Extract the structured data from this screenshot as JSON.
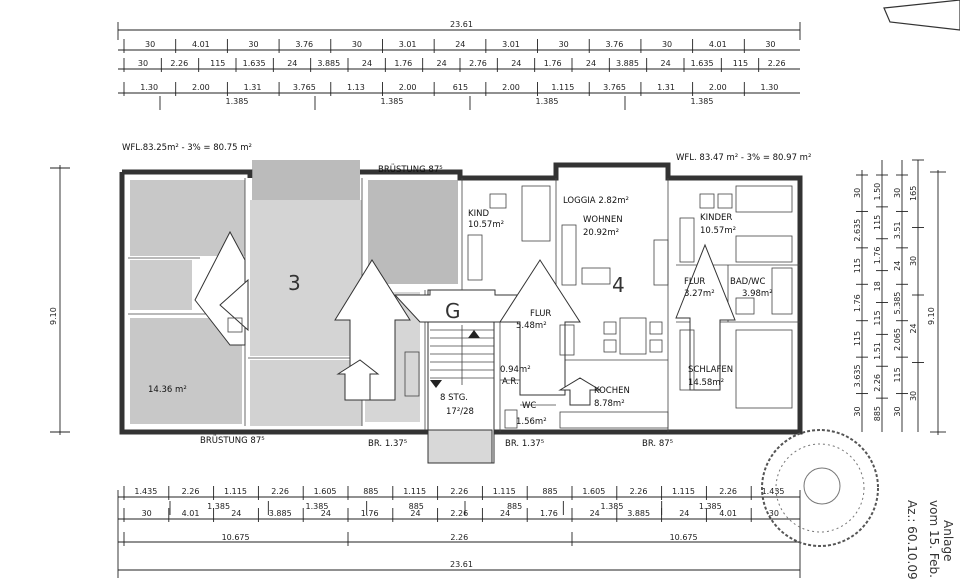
{
  "dims": {
    "top_total": "23.61",
    "top_row1": [
      "30",
      "4.01",
      "30",
      "3.76",
      "30",
      "3.01",
      "24",
      "3.01",
      "30",
      "3.76",
      "30",
      "4.01",
      "30"
    ],
    "top_row2": [
      "30",
      "2.26",
      "115",
      "1.635",
      "24",
      "3.885",
      "24",
      "1.76",
      "24",
      "2.76",
      "24",
      "1.76",
      "24",
      "3.885",
      "24",
      "1.635",
      "115",
      "2.26"
    ],
    "top_row3": [
      "1.30",
      "2.00",
      "1.31",
      "3.765",
      "1.13",
      "2.00",
      "615",
      "2.00",
      "1.115",
      "3.765",
      "1.31",
      "2.00",
      "1.30"
    ],
    "top_row3b": [
      "1.385",
      "1.385",
      "1.385",
      "1.385"
    ],
    "bottom_row1": [
      "1.435",
      "2.26",
      "1.115",
      "2.26",
      "1.605",
      "885",
      "1.115",
      "2.26",
      "1.115",
      "885",
      "1.605",
      "2.26",
      "1.115",
      "2.26",
      "1.435"
    ],
    "bottom_row1b": [
      "1.385",
      "1.385",
      "885",
      "885",
      "1.385",
      "1.385"
    ],
    "bottom_row2": [
      "30",
      "4.01",
      "24",
      "3.885",
      "24",
      "1.76",
      "24",
      "2.26",
      "24",
      "1.76",
      "24",
      "3.885",
      "24",
      "4.01",
      "30"
    ],
    "bottom_row3": [
      "10.675",
      "2.26",
      "10.675"
    ],
    "bottom_total": "23.61",
    "left_total": "9.10",
    "right_total": "9.10",
    "right_col1": [
      "30",
      "2.635",
      "115",
      "1.76",
      "115",
      "3.635",
      "30"
    ],
    "right_col2": [
      "1.50",
      "115",
      "1.76",
      "18",
      "115",
      "1.51",
      "2.26",
      "885"
    ],
    "right_col3": [
      "30",
      "3.51",
      "24",
      "5.385",
      "2.065",
      "115",
      "30"
    ],
    "right_col4": [
      "165",
      "30",
      "24",
      "30"
    ]
  },
  "labels": {
    "wfl_left": "WFL.83.25m² - 3% = 80.75 m²",
    "wfl_right": "WFL. 83.47 m² - 3% = 80.97 m²",
    "bruestung_top": "BRÜSTUNG 87⁵",
    "bruestung_bottom": "BRÜSTUNG 87⁵",
    "br_left": "BR. 1.37⁵",
    "br_mid": "BR. 1.37⁵",
    "br_right": "BR. 87⁵",
    "unit3": "3",
    "unit4": "4",
    "stair_g": "G",
    "stair_info": "8 STG.",
    "stair_ratio": "17²/28",
    "room_left_area": "14.36 m²",
    "kind_name": "KIND",
    "kind_area": "10.57m²",
    "loggia": "LOGGIA 2.82m²",
    "wohnen_name": "WOHNEN",
    "wohnen_area": "20.92m²",
    "flur_name": "FLUR",
    "flur_area": "5.48m²",
    "ar_area": "0.94m²",
    "ar_name": "A.R.",
    "wc_name": "WC",
    "wc_area": "1.56m²",
    "kochen_name": "KOCHEN",
    "kochen_area": "8.78m²",
    "kinder_name": "KINDER",
    "kinder_area": "10.57m²",
    "flur2_name": "FLUR",
    "flur2_area": "3.27m²",
    "bad_name": "BAD/WC",
    "bad_area": "3.98m²",
    "schlafen_name": "SCHLAFEN",
    "schlafen_area": "14.58m²"
  },
  "margin_note": {
    "line1": "Anlage",
    "line2": "vom 15. Feb.",
    "line3": "Az.: 60.10.09"
  }
}
